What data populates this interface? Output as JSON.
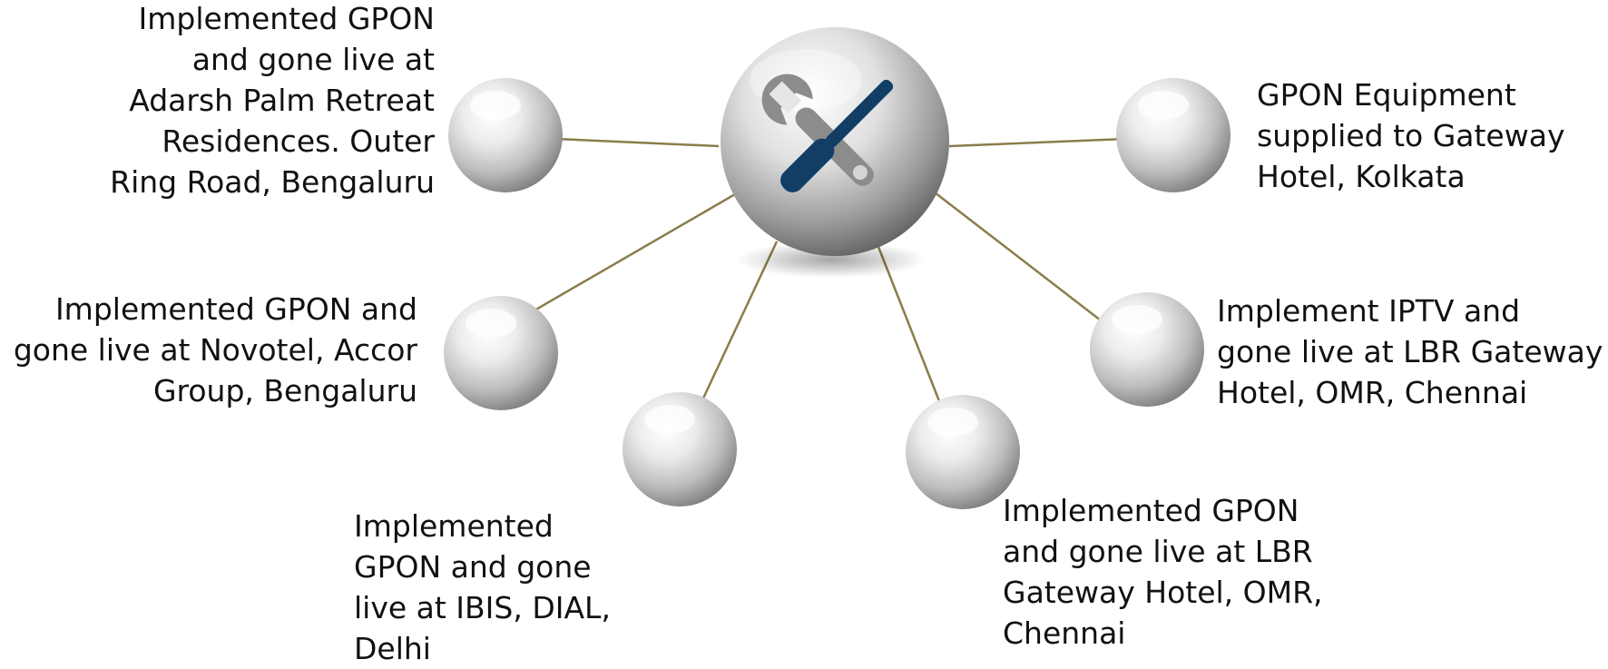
{
  "hub": {
    "icon": "tools-icon"
  },
  "nodes": [
    {
      "id": "adarsh",
      "text": "Implemented GPON\nand gone live at\nAdarsh Palm Retreat\nResidences. Outer\nRing Road, Bengaluru"
    },
    {
      "id": "gateway-kolkata",
      "text": "GPON Equipment\nsupplied to Gateway\nHotel, Kolkata"
    },
    {
      "id": "novotel",
      "text": "Implemented GPON and\ngone live at Novotel, Accor\nGroup, Bengaluru"
    },
    {
      "id": "iptv-chennai",
      "text": "Implement IPTV and\ngone live at LBR Gateway\nHotel, OMR, Chennai"
    },
    {
      "id": "ibis-delhi",
      "text": "Implemented\nGPON and gone\nlive at IBIS, DIAL,\nDelhi"
    },
    {
      "id": "gpon-chennai",
      "text": "Implemented GPON\nand gone live at LBR\nGateway Hotel, OMR,\nChennai"
    }
  ],
  "colors": {
    "connector": "#8a7d4a",
    "icon_blue": "#123e66",
    "icon_gray": "#8c8c8c"
  }
}
